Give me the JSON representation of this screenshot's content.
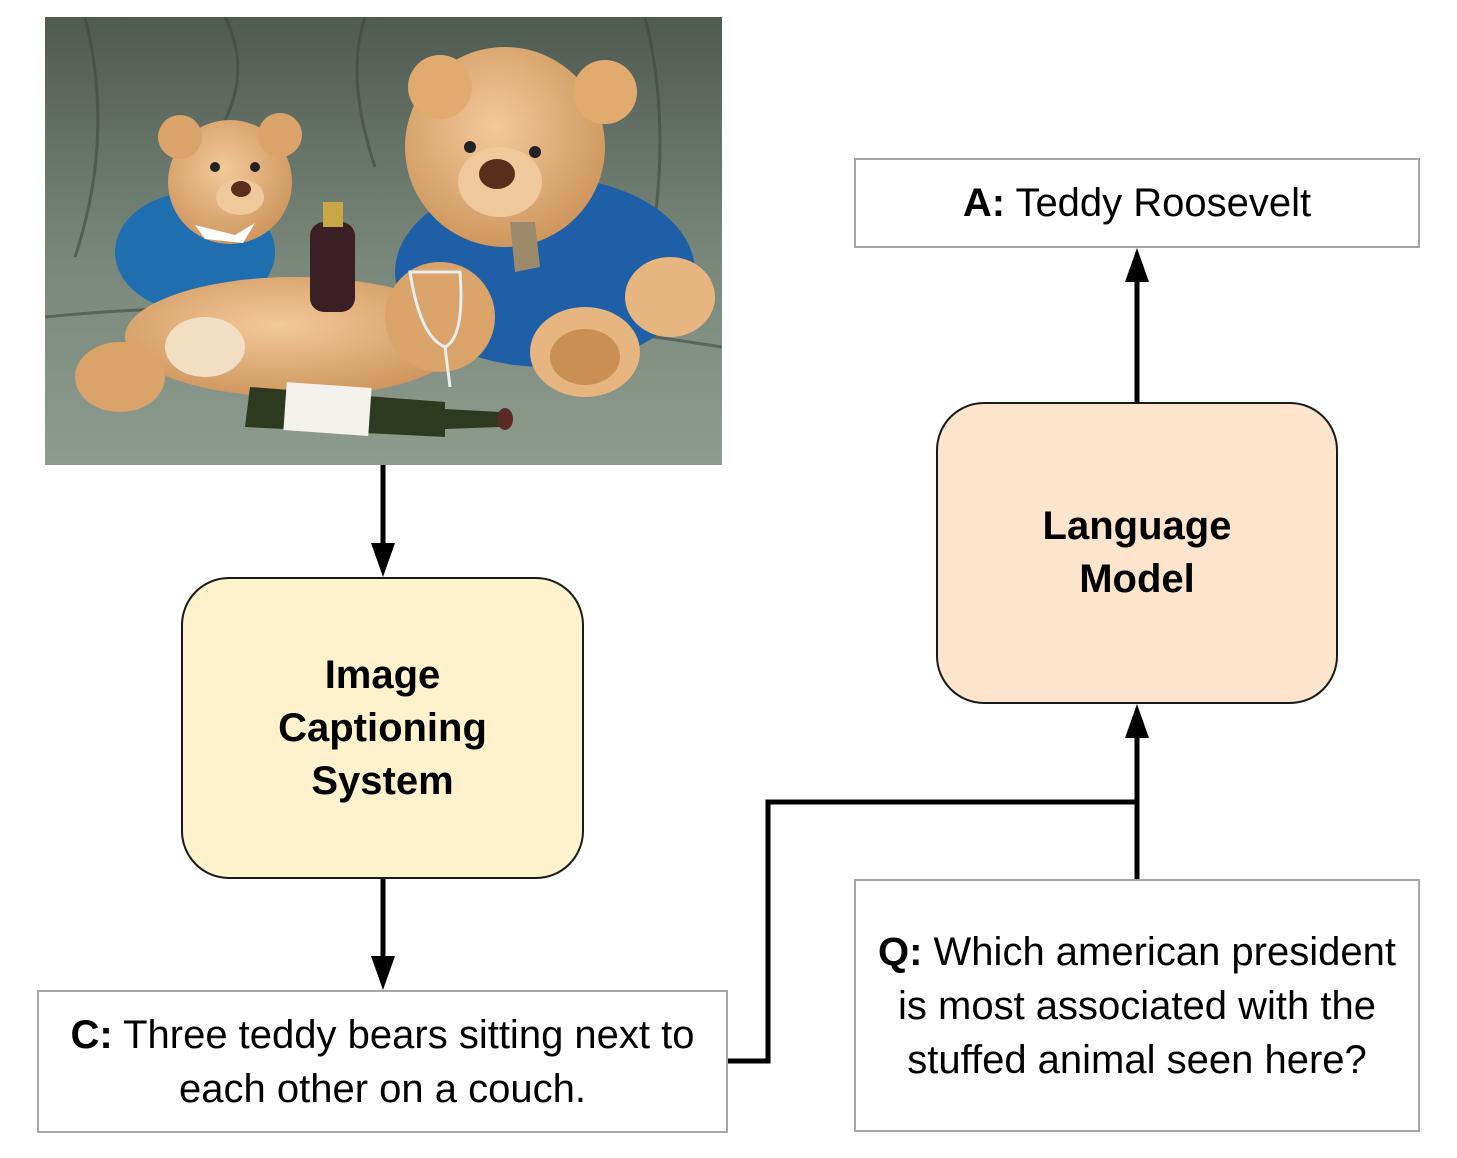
{
  "image_node": {
    "icon": "teddy-bears-on-couch-photo"
  },
  "captioning": {
    "line1": "Image",
    "line2": "Captioning",
    "line3": "System"
  },
  "language_model": {
    "line1": "Language",
    "line2": "Model"
  },
  "answer": {
    "prefix": "A:",
    "text": " Teddy Roosevelt"
  },
  "caption": {
    "prefix": "C:",
    "text": " Three teddy bears sitting next to each other on a couch."
  },
  "question": {
    "prefix": "Q:",
    "text": " Which american president is most associated with the stuffed animal seen here?"
  },
  "colors": {
    "captioning_fill": "#fff2cc",
    "language_model_fill": "#fce4cd",
    "text_box_border": "#a6a6a6",
    "arrow": "#000000"
  }
}
